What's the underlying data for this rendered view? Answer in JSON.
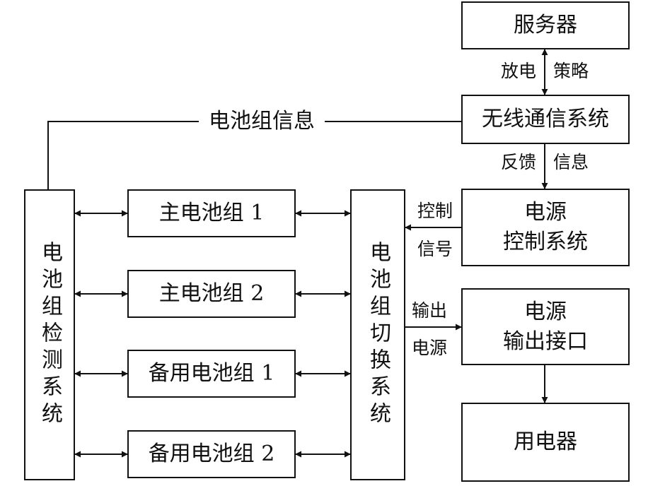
{
  "boxes": {
    "server": "服务器",
    "wireless": "无线通信系统",
    "power_control": [
      "电源",
      "控制系统"
    ],
    "power_output": [
      "电源",
      "输出接口"
    ],
    "appliance": "用电器",
    "main_battery_1": "主电池组 1",
    "main_battery_2": "主电池组 2",
    "backup_battery_1": "备用电池组 1",
    "backup_battery_2": "备用电池组 2",
    "detection_system": "电池组检测系统",
    "switch_system": "电池组切换系统"
  },
  "labels": {
    "discharge": "放电",
    "strategy": "策略",
    "feedback": "反馈",
    "info": "信息",
    "control_signal": [
      "控制",
      "信号"
    ],
    "output_power": [
      "输出",
      "电源"
    ],
    "battery_info": "电池组信息"
  }
}
